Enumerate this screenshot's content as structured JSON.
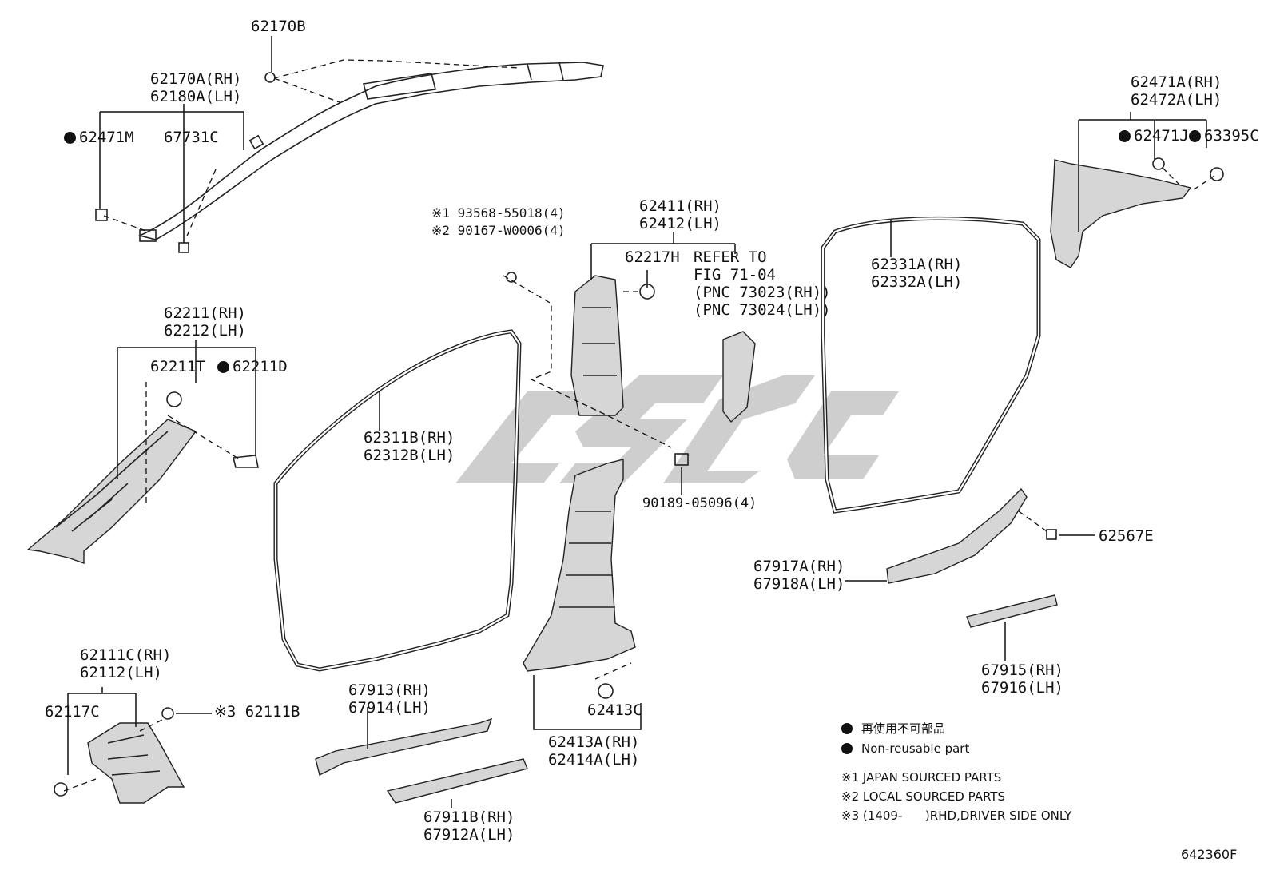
{
  "labels": {
    "l_62170B": "62170B",
    "l_62170A_RH": "62170A(RH)",
    "l_62180A_LH": "62180A(LH)",
    "l_62471M": "62471M",
    "l_67731C": "67731C",
    "l_62211_RH": "62211(RH)",
    "l_62212_LH": "62212(LH)",
    "l_62211T": "62211T",
    "l_62211D": "62211D",
    "l_62111C_RH": "62111C(RH)",
    "l_62112_LH": "62112(LH)",
    "l_62117C": "62117C",
    "l_62111B": "※3 62111B",
    "l_bolt1": "※1 93568-55018(4)",
    "l_bolt2": "※2 90167-W0006(4)",
    "l_62411_RH": "62411(RH)",
    "l_62412_LH": "62412(LH)",
    "l_62217H": "62217H",
    "l_refer1": "REFER TO",
    "l_refer2": "FIG 71-04",
    "l_refer3": "(PNC 73023(RH))",
    "l_refer4": "(PNC 73024(LH))",
    "l_62311B_RH": "62311B(RH)",
    "l_62312B_LH": "62312B(LH)",
    "l_90189": "90189-05096(4)",
    "l_67913_RH": "67913(RH)",
    "l_67914_LH": "67914(LH)",
    "l_67911B_RH": "67911B(RH)",
    "l_67912A_LH": "67912A(LH)",
    "l_62413C": "62413C",
    "l_62413A_RH": "62413A(RH)",
    "l_62414A_LH": "62414A(LH)",
    "l_62331A_RH": "62331A(RH)",
    "l_62332A_LH": "62332A(LH)",
    "l_62471A_RH": "62471A(RH)",
    "l_62472A_LH": "62472A(LH)",
    "l_62471J": "62471J",
    "l_63395C": "63395C",
    "l_62567E": "62567E",
    "l_67917A_RH": "67917A(RH)",
    "l_67918A_LH": "67918A(LH)",
    "l_67915_RH": "67915(RH)",
    "l_67916_LH": "67916(LH)"
  },
  "legend": {
    "jp_nonreusable": "再使用不可部品",
    "en_nonreusable": "Non-reusable part",
    "note1": "※1 JAPAN SOURCED PARTS",
    "note2": "※2 LOCAL SOURCED PARTS",
    "note3": "※3 (1409-      )RHD,DRIVER SIDE ONLY"
  },
  "figure_code": "642360F",
  "colors": {
    "line": "#111111",
    "part_fill": "#d6d6d6",
    "watermark": "#bdbdbd"
  }
}
